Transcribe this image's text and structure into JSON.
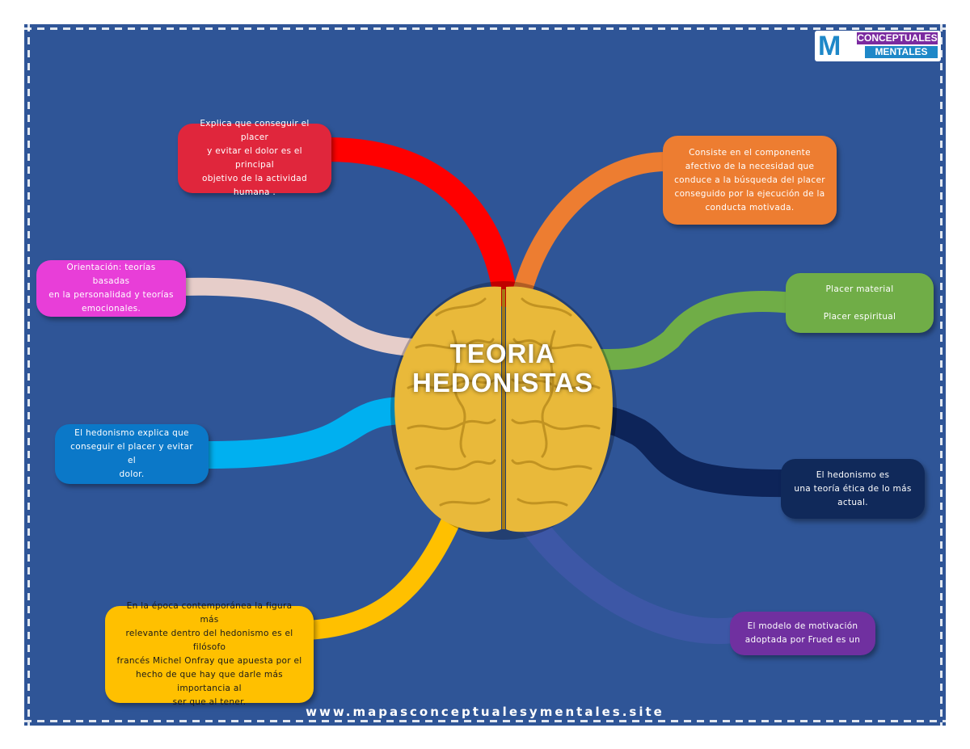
{
  "title": "TEORIA\nHEDONISTAS",
  "website": "www.mapasconceptualesymentales.site",
  "logo": {
    "word1": "CONCEPTUALES",
    "word2": "MENTALES",
    "initial": "M"
  },
  "nodes": [
    {
      "id": "red",
      "color": "#e0263c",
      "text": "Explica que conseguir el placer\ny evitar el dolor es el principal\nobjetivo de la actividad\nhumana ."
    },
    {
      "id": "orange",
      "color": "#ed7d31",
      "text": "Consiste en el componente\nafectivo de la necesidad que\nconduce a la búsqueda del placer\nconseguido por la ejecución de la\nconducta motivada."
    },
    {
      "id": "pink",
      "color": "#e83ed8",
      "text": "Orientación: teorías basadas\nen la personalidad y teorías\nemocionales."
    },
    {
      "id": "green",
      "color": "#70ad47",
      "text": "Placer material\n\nPlacer espiritual"
    },
    {
      "id": "blue",
      "color": "#0b78c8",
      "text": "El hedonismo explica que\nconseguir el placer y evitar el\ndolor."
    },
    {
      "id": "navy",
      "color": "#10295a",
      "text": "El hedonismo es\nuna teoría ética de lo más\nactual."
    },
    {
      "id": "yellow",
      "color": "#ffc000",
      "text": "En la época contemporánea la figura más\nrelevante dentro del hedonismo es el filósofo\nfrancés Michel Onfray que apuesta por el\nhecho de que hay que darle más importancia al\nser que al tener."
    },
    {
      "id": "purple",
      "color": "#7030a0",
      "text": "El modelo de motivación\nadoptada por Frued es un"
    }
  ],
  "links": {
    "red": "#ff0000",
    "orange": "#ed7d31",
    "pink": "#e6cdc9",
    "green": "#70ad47",
    "blue": "#00b0f0",
    "navy": "#0d2459",
    "yellow": "#ffc000",
    "purple": "#3f58a8"
  },
  "colors": {
    "background": "#2f5597",
    "brain": "#e9b93a"
  }
}
